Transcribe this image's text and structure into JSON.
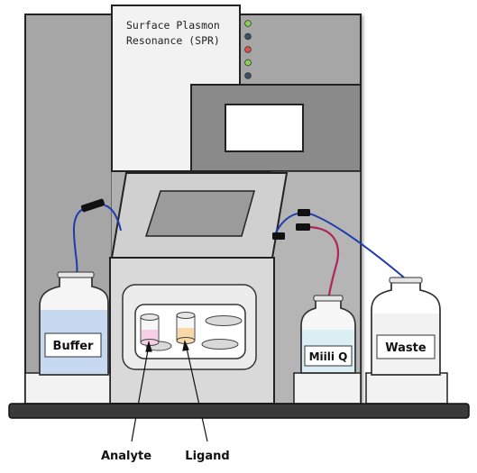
{
  "instrument": {
    "title_line1": "Surface Plasmon",
    "title_line2": "Resonance (SPR)",
    "led_colors": [
      "#8fd14f",
      "#3b4f6b",
      "#e0524a",
      "#8fd14f",
      "#3b4f6b"
    ]
  },
  "bottles": {
    "buffer": {
      "label": "Buffer",
      "liquid_color": "#c6d9f0"
    },
    "milliq": {
      "label": "Miili Q",
      "liquid_color": "#daeef3"
    },
    "waste": {
      "label": "Waste",
      "liquid_color": "#f2f2f2"
    }
  },
  "callouts": {
    "analyte": "Analyte",
    "ligand": "Ligand"
  },
  "colors": {
    "tube_blue": "#1f3ab0",
    "tube_magenta": "#b0245a",
    "vial_analyte": "#f4cfe6",
    "vial_ligand": "#f9d9a8"
  }
}
